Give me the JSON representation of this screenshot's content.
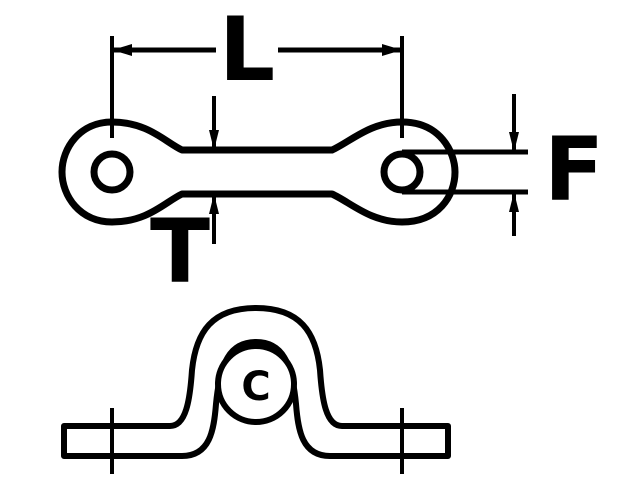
{
  "labels": {
    "length": "L",
    "thickness": "T",
    "width": "F",
    "clearance": "C"
  },
  "colors": {
    "ink": "#000000",
    "paper": "#ffffff"
  }
}
